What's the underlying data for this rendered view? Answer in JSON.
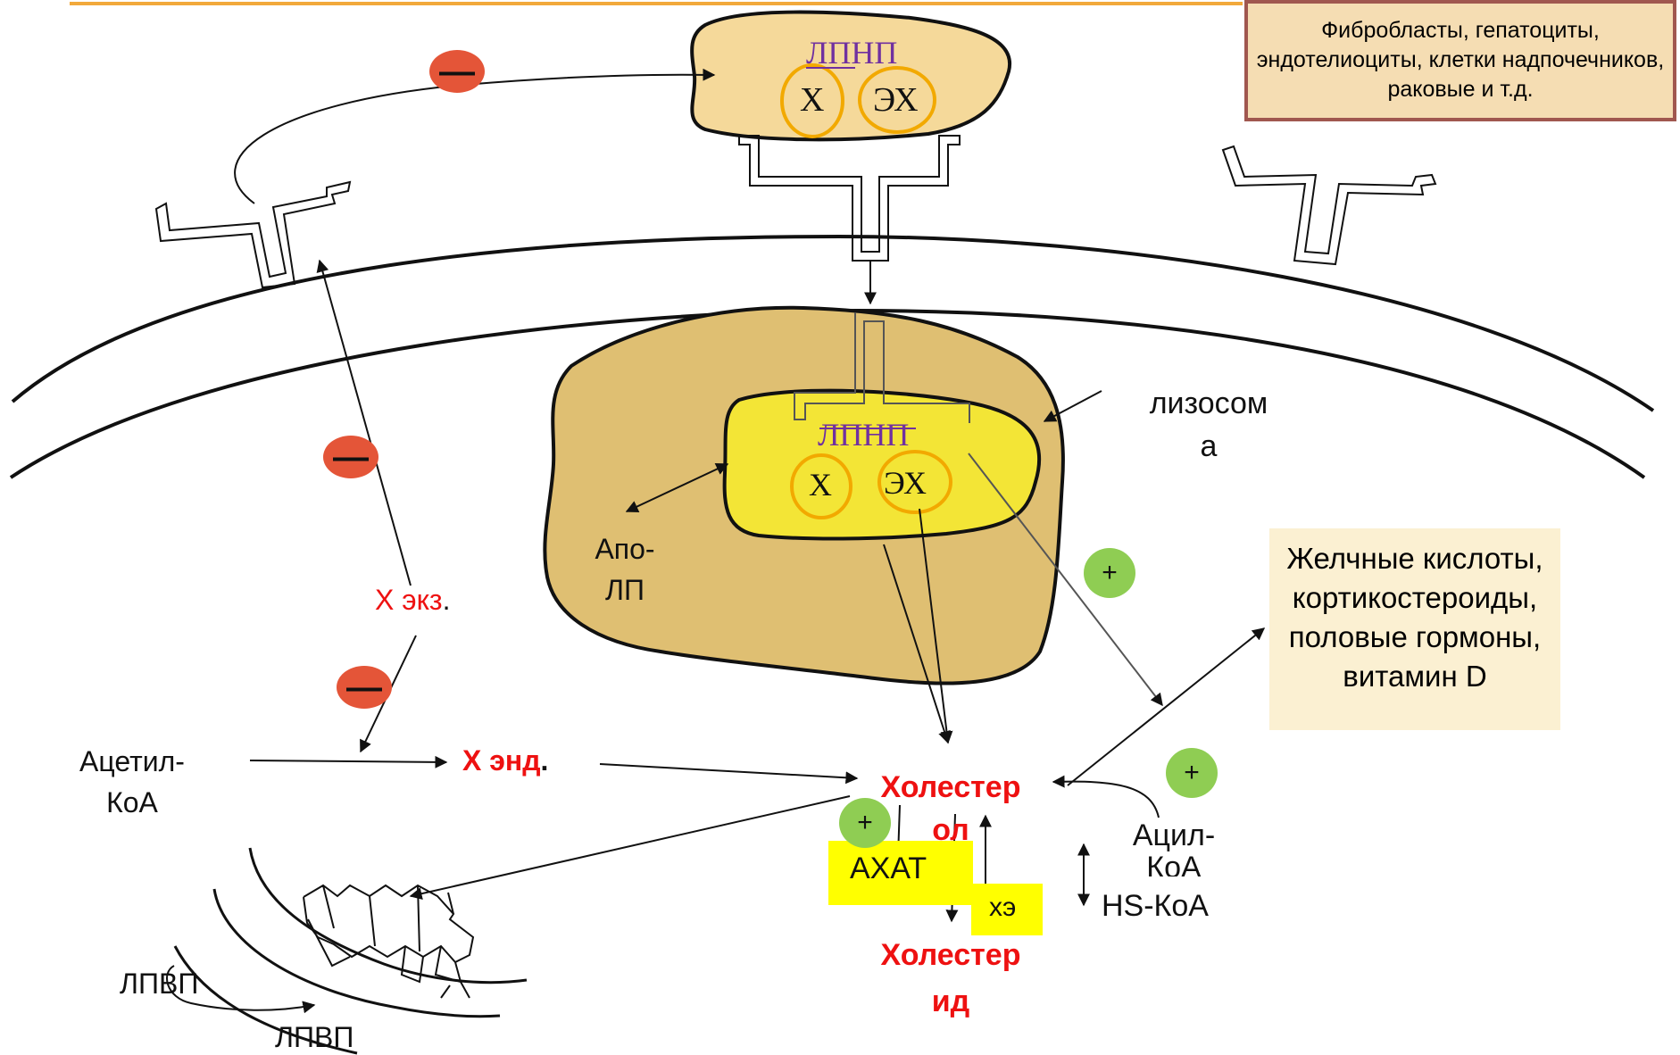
{
  "info_box": "Фибробласты, гепатоциты, эндотелиоциты, клетки надпочечников, раковые и т.д.",
  "top_vesicle": {
    "label": "ЛПНП",
    "x": "Х",
    "ex": "ЭХ"
  },
  "lysosome": {
    "label_line1": "лизосом",
    "label_line2": "а",
    "ldl": "ЛПНП",
    "x": "Х",
    "ex": "ЭХ",
    "apo_line1": "Апо-",
    "apo_line2": "ЛП"
  },
  "outputs": [
    "Желчные кислоты,",
    "кортикостероиды,",
    "половые гормоны,",
    "витамин D"
  ],
  "x_exo": {
    "text": "Х экз",
    "dot": "."
  },
  "x_endo": {
    "text": "Х энд",
    "dot": "."
  },
  "acetyl": {
    "line1": "Ацетил-",
    "line2": "КоА"
  },
  "cholesterol_top": {
    "line1": "Холестер",
    "line2": "ол"
  },
  "cholesterol_bottom": {
    "line1": "Холестер",
    "line2": "ид"
  },
  "acat": "АХАТ",
  "che": "хэ",
  "acyl": {
    "line1": "Ацил-",
    "line2": "КоА"
  },
  "hs_coa": "HS-КоА",
  "hdl_1": "ЛПВП",
  "hdl_2": "ЛПВП",
  "signs": {
    "minus": "—",
    "plus": "+"
  },
  "colors": {
    "accent_line": "#f2a93b",
    "vesicle_fill": "#f5d99a",
    "lysosome_fill": "#dfbf72",
    "core_fill": "#f3e536",
    "ring": "#f2a900",
    "minus_fill": "#e45538",
    "plus_fill": "#8fcd53",
    "label_red": "#ee1111"
  }
}
